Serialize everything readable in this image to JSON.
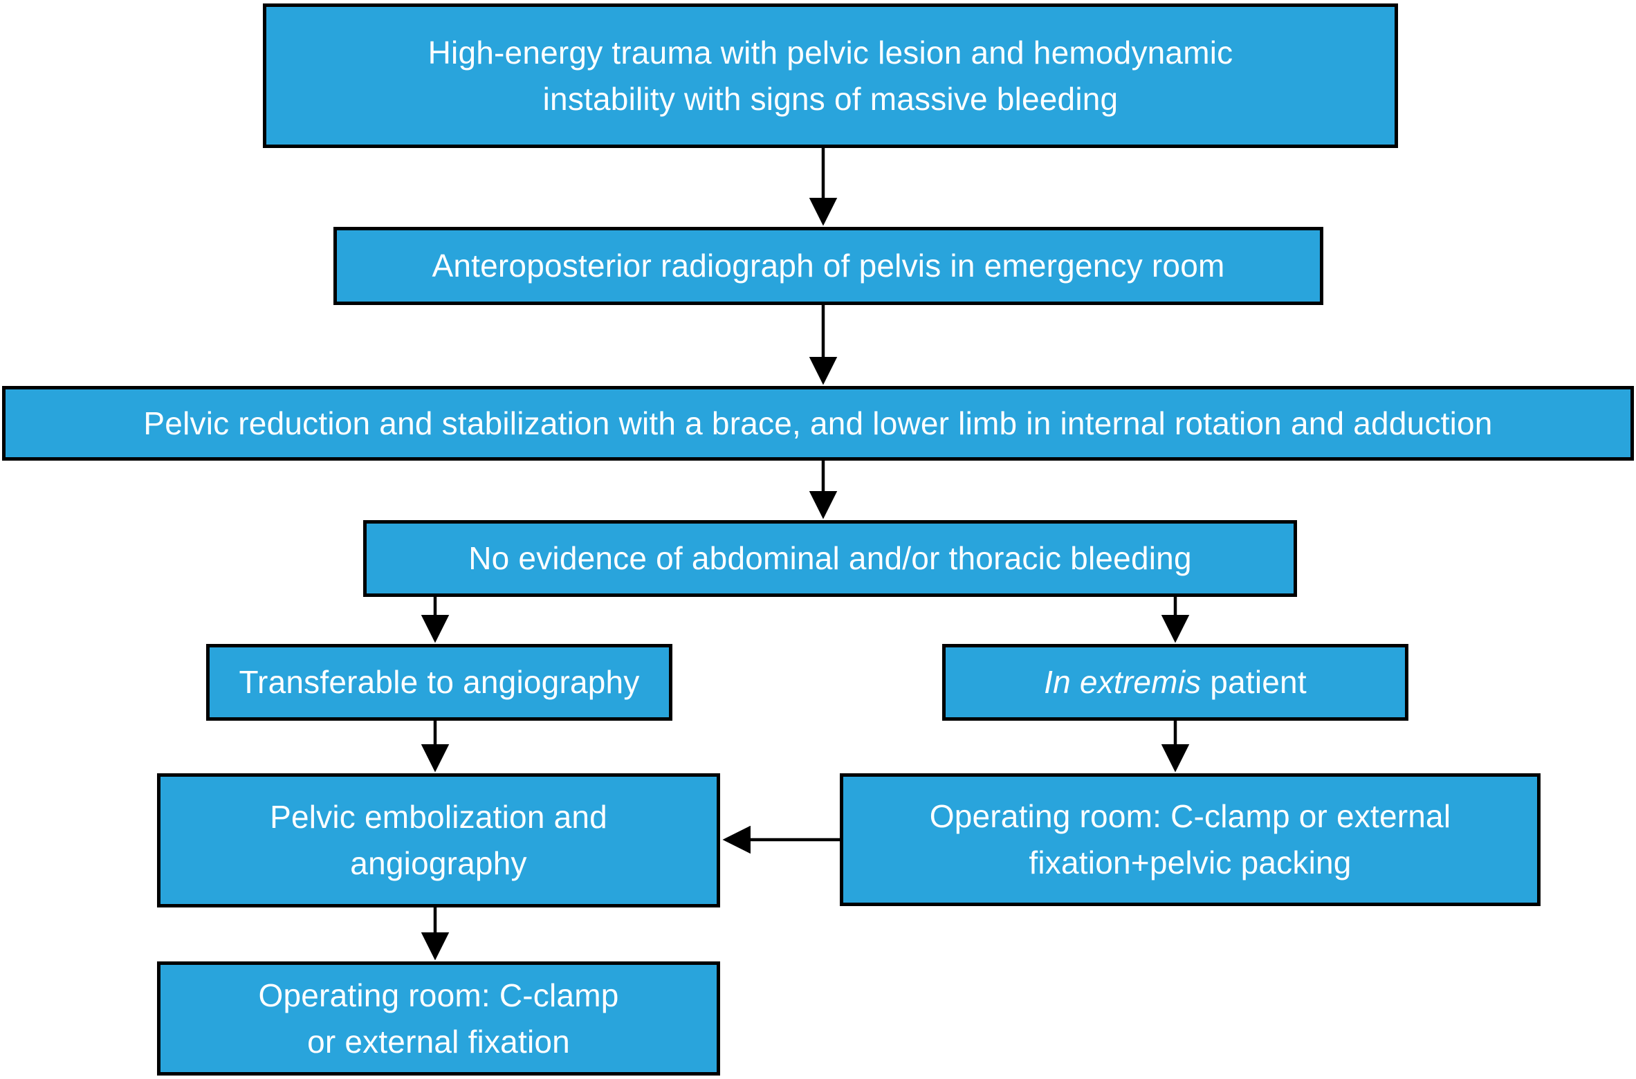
{
  "colors": {
    "box_fill": "#29A4DC",
    "box_border": "#000000",
    "text_color": "#FFFFFF",
    "arrow_color": "#000000",
    "bg_color": "#FFFFFF"
  },
  "nodes": {
    "trauma": {
      "text": "High-energy trauma with pelvic lesion and hemodynamic\ninstability with signs of massive bleeding"
    },
    "radiograph": {
      "text": "Anteroposterior radiograph of pelvis in emergency room"
    },
    "reduction": {
      "text": "Pelvic reduction and stabilization with a brace, and lower limb in internal rotation and adduction"
    },
    "no_bleeding": {
      "text": "No evidence of abdominal and/or thoracic bleeding"
    },
    "transferable": {
      "text": "Transferable to angiography"
    },
    "in_extremis": {
      "italic_text": "In extremis",
      "normal_text": " patient"
    },
    "embolization": {
      "text": "Pelvic embolization and\nangiography"
    },
    "or_packing": {
      "text": "Operating room: C-clamp or external\nfixation+pelvic packing"
    },
    "or_fixation": {
      "text": "Operating room: C-clamp\nor external fixation"
    }
  }
}
